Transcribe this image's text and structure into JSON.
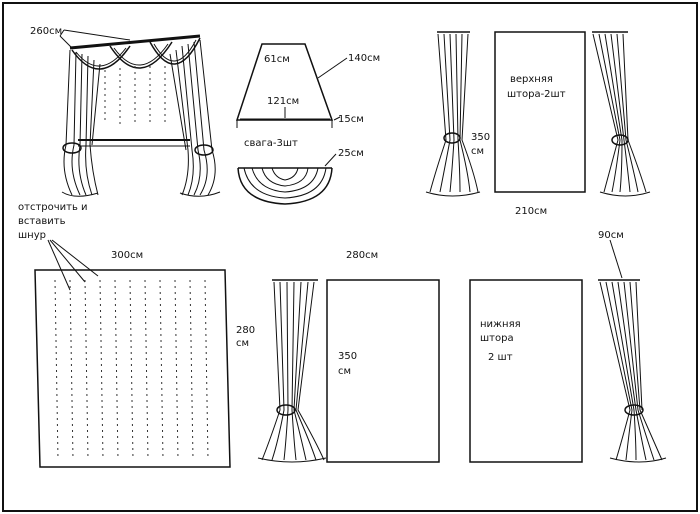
{
  "labels": {
    "top_width": "260см",
    "sv_top": "61см",
    "sv_side": "140см",
    "sv_mid": "121см",
    "sv_drop": "15см",
    "sv_count": "свага-3шт",
    "sv_depth": "25см",
    "stitch_line1": "отстрочить и",
    "stitch_line2": "вставить",
    "stitch_line3": "шнур",
    "panel_width": "300см",
    "panel_height_num": "280",
    "panel_height_unit": "см",
    "upper_title_1": "верхняя",
    "upper_title_2": "штора-2шт",
    "upper_height_num": "350",
    "upper_height_unit": "см",
    "upper_width": "210см",
    "lower_width": "280см",
    "lower_height_num": "350",
    "lower_height_unit": "см",
    "lower_title_1": "нижняя",
    "lower_title_2": "штора",
    "lower_count": "2 шт",
    "right_drop": "90см"
  }
}
